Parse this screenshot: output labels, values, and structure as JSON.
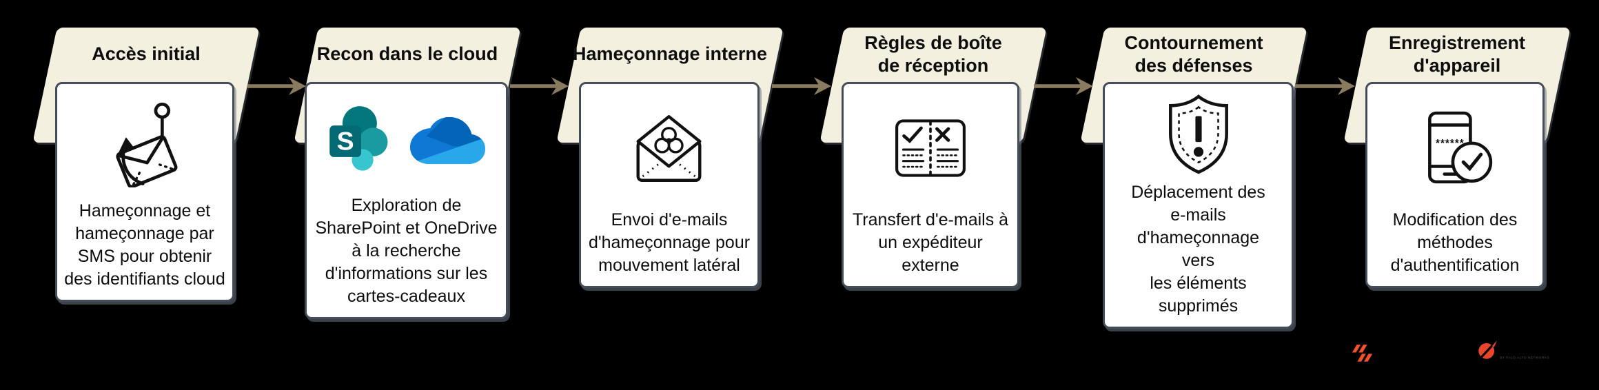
{
  "colors": {
    "background": "#000000",
    "stage_header_bg": "#F4F0E0",
    "card_border": "#454D59",
    "arrow": "#887B60",
    "brand_orange": "#FA582D",
    "sharepoint_teal_dark": "#03787C",
    "sharepoint_teal_mid": "#1A9BA1",
    "sharepoint_teal_light": "#37C6D0",
    "onedrive_blue_dark": "#0364B8",
    "onedrive_blue_mid": "#0F78D4",
    "onedrive_blue_light": "#28A8EA"
  },
  "stages": [
    {
      "title": "Accès initial",
      "description": "Hameçonnage et\nhameçonnage par\nSMS pour obtenir\ndes identifiants cloud",
      "icon": "phishing-hook-envelope-icon"
    },
    {
      "title": "Recon dans le cloud",
      "description": "Exploration de\nSharePoint et OneDrive\nà la recherche\nd'informations sur les\ncartes-cadeaux",
      "icon": "sharepoint-onedrive-logos",
      "sharepoint_letter": "S"
    },
    {
      "title": "Hameçonnage interne",
      "description": "Envoi d'e-mails\nd'hameçonnage pour\nmouvement latéral",
      "icon": "biohazard-envelope-icon"
    },
    {
      "title": "Règles de boîte\nde réception",
      "description": "Transfert d'e-mails à\nun expéditeur\nexterne",
      "icon": "inbox-rules-book-icon"
    },
    {
      "title": "Contournement\ndes défenses",
      "description": "Déplacement des\ne-mails\nd'hameçonnage vers\nles éléments\nsupprimés",
      "icon": "shield-alert-icon"
    },
    {
      "title": "Enregistrement\nd'appareil",
      "description": "Modification des\nméthodes\nd'authentification",
      "icon": "device-registration-check-icon",
      "passcode_mask": "******"
    }
  ],
  "footer": {
    "byline": "BY PALO ALTO NETWORKS",
    "logos": [
      "palo-alto-networks-mark",
      "unit42-mark"
    ]
  }
}
